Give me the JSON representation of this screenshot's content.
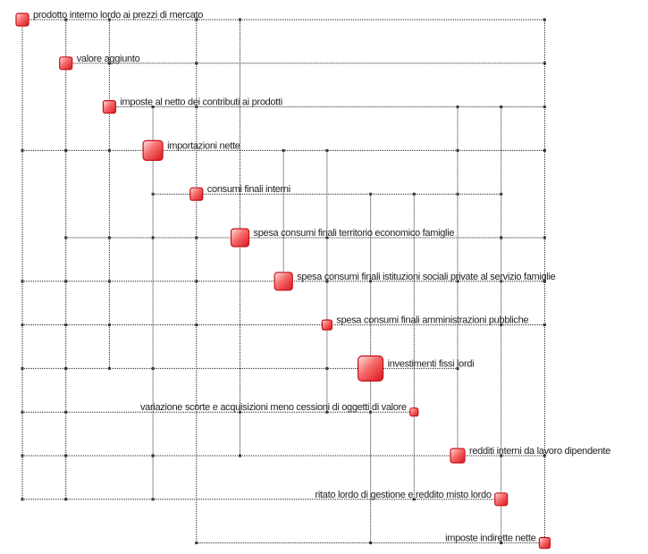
{
  "diagram": {
    "nodes": [
      {
        "label": "prodotto interno lordo ai prezzi di mercato",
        "weight": 14,
        "label_side": "right"
      },
      {
        "label": "valore aggiunto",
        "weight": 14,
        "label_side": "right"
      },
      {
        "label": "imposte al netto dei contributi ai prodotti",
        "weight": 14,
        "label_side": "right"
      },
      {
        "label": "importazioni nette",
        "weight": 22,
        "label_side": "right"
      },
      {
        "label": "consumi finali interni",
        "weight": 14,
        "label_side": "right"
      },
      {
        "label": "spesa consumi finali territorio economico famiglie",
        "weight": 20,
        "label_side": "right"
      },
      {
        "label": "spesa consumi finali istituzioni sociali private al servizio famiglie",
        "weight": 20,
        "label_side": "right"
      },
      {
        "label": "spesa consumi finali amministrazioni pubbliche",
        "weight": 11,
        "label_side": "right"
      },
      {
        "label": "investimenti fissi lordi",
        "weight": 28,
        "label_side": "right"
      },
      {
        "label": "variazione scorte e acquisizioni meno cessioni di oggetti di valore",
        "weight": 9,
        "label_side": "left"
      },
      {
        "label": "redditi interni da lavoro dipendente",
        "weight": 16,
        "label_side": "right"
      },
      {
        "label": "ritato lordo di gestione e reddito misto lordo",
        "weight": 14,
        "label_side": "left"
      },
      {
        "label": "imposte indirette nette",
        "weight": 12,
        "label_side": "left"
      }
    ],
    "links": [
      [
        0,
        1
      ],
      [
        0,
        2
      ],
      [
        0,
        4
      ],
      [
        0,
        5
      ],
      [
        0,
        12
      ],
      [
        1,
        2
      ],
      [
        1,
        4
      ],
      [
        1,
        12
      ],
      [
        2,
        3
      ],
      [
        2,
        4
      ],
      [
        2,
        10
      ],
      [
        2,
        11
      ],
      [
        2,
        12
      ],
      [
        3,
        0
      ],
      [
        3,
        1
      ],
      [
        3,
        2
      ],
      [
        3,
        6
      ],
      [
        3,
        7
      ],
      [
        3,
        10
      ],
      [
        3,
        12
      ],
      [
        4,
        3
      ],
      [
        4,
        8
      ],
      [
        4,
        9
      ],
      [
        4,
        10
      ],
      [
        4,
        11
      ],
      [
        5,
        1
      ],
      [
        5,
        2
      ],
      [
        5,
        3
      ],
      [
        5,
        4
      ],
      [
        5,
        7
      ],
      [
        5,
        11
      ],
      [
        5,
        12
      ],
      [
        6,
        0
      ],
      [
        6,
        1
      ],
      [
        6,
        2
      ],
      [
        6,
        4
      ],
      [
        6,
        7
      ],
      [
        6,
        8
      ],
      [
        6,
        10
      ],
      [
        6,
        11
      ],
      [
        6,
        12
      ],
      [
        7,
        0
      ],
      [
        7,
        1
      ],
      [
        7,
        2
      ],
      [
        7,
        4
      ],
      [
        7,
        11
      ],
      [
        7,
        12
      ],
      [
        8,
        0
      ],
      [
        8,
        1
      ],
      [
        8,
        2
      ],
      [
        8,
        3
      ],
      [
        8,
        7
      ],
      [
        8,
        10
      ],
      [
        9,
        0
      ],
      [
        9,
        1
      ],
      [
        9,
        5
      ],
      [
        9,
        7
      ],
      [
        9,
        8
      ],
      [
        10,
        0
      ],
      [
        10,
        1
      ],
      [
        10,
        3
      ],
      [
        10,
        5
      ],
      [
        10,
        11
      ],
      [
        10,
        12
      ],
      [
        11,
        0
      ],
      [
        11,
        1
      ],
      [
        11,
        3
      ],
      [
        11,
        9
      ],
      [
        12,
        4
      ],
      [
        12,
        8
      ],
      [
        12,
        11
      ]
    ],
    "node_color": "#e8202a",
    "line_color": "#222222"
  }
}
